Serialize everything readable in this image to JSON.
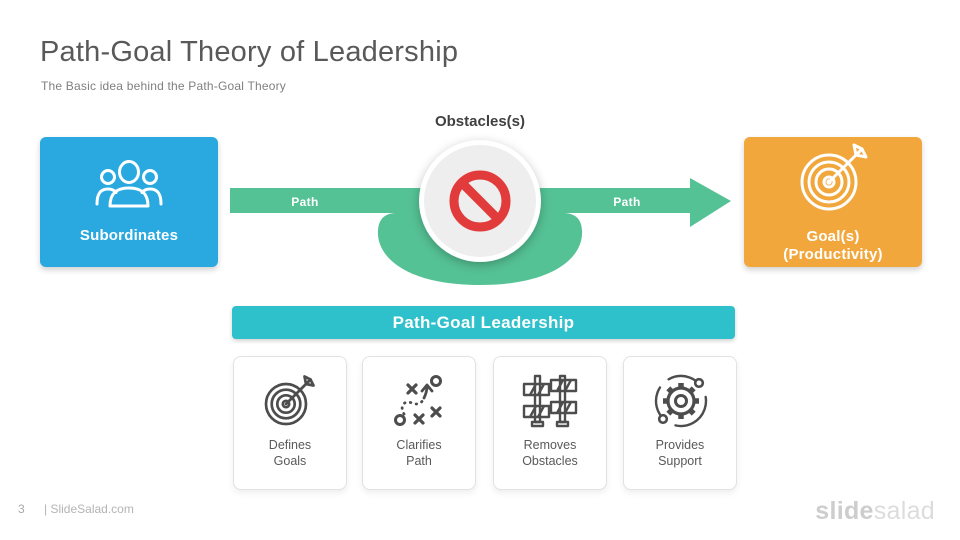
{
  "slide": {
    "title": "Path-Goal Theory of Leadership",
    "subtitle": "The Basic idea behind the Path-Goal Theory"
  },
  "diagram": {
    "subordinates_label": "Subordinates",
    "goal_label_line1": "Goal(s)",
    "goal_label_line2": "(Productivity)",
    "obstacles_label": "Obstacles(s)",
    "path_label_left": "Path",
    "path_label_right": "Path",
    "banner_label": "Path-Goal Leadership"
  },
  "cards": [
    {
      "icon": "target-icon",
      "line1": "Defines",
      "line2": "Goals"
    },
    {
      "icon": "strategy-icon",
      "line1": "Clarifies",
      "line2": "Path"
    },
    {
      "icon": "barrier-icon",
      "line1": "Removes",
      "line2": "Obstacles"
    },
    {
      "icon": "gear-icon",
      "line1": "Provides",
      "line2": "Support"
    }
  ],
  "footer": {
    "page_number": "3",
    "site": "| SlideSalad.com",
    "logo_bold": "slide",
    "logo_light": "salad"
  },
  "colors": {
    "blue": "#29A9E0",
    "green": "#55C295",
    "teal": "#2FC1CB",
    "orange": "#F1A73C",
    "red": "#E23B3B",
    "obstacle_circle": "#EEEEEE",
    "icon_gray": "#4D4D4D"
  }
}
